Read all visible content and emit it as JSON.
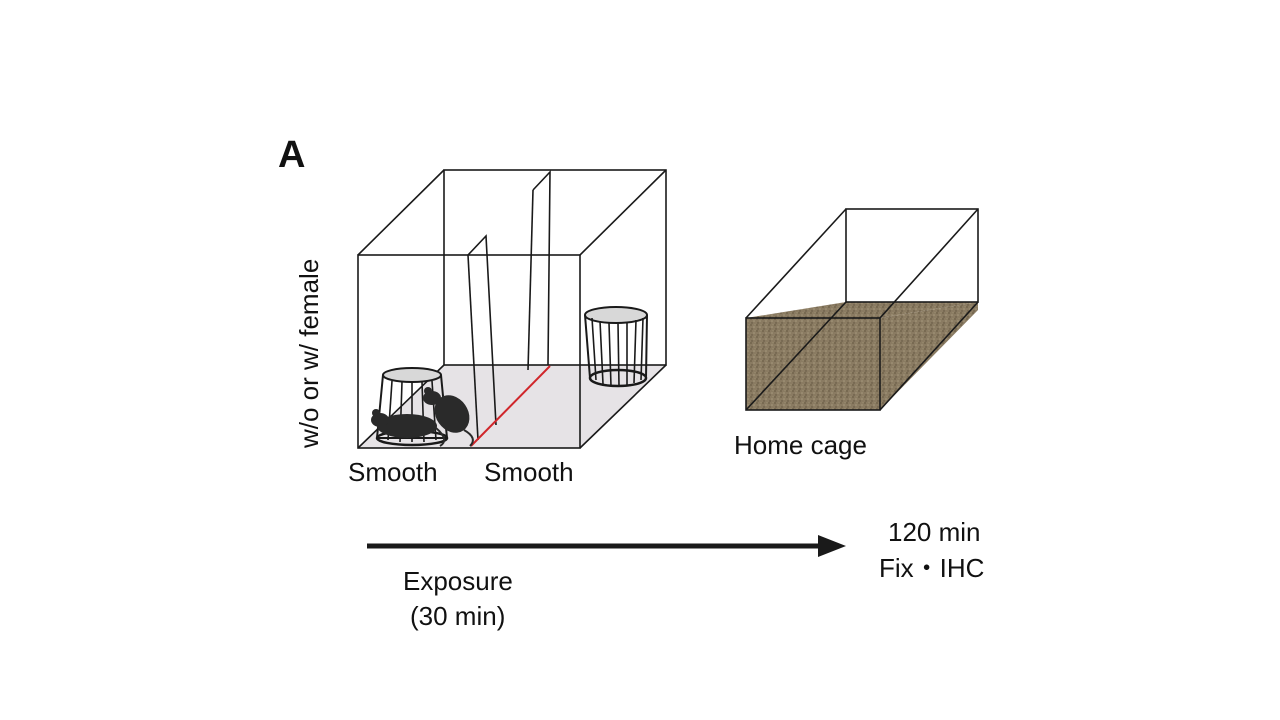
{
  "panel_label": "A",
  "condition_label": "w/o or w/ female",
  "arena": {
    "left_floor_label": "Smooth",
    "right_floor_label": "Smooth"
  },
  "home_cage_label": "Home cage",
  "timeline": {
    "exposure_label": "Exposure",
    "exposure_duration": "(30 min)",
    "end_time": "120 min",
    "end_action": "Fix・IHC"
  },
  "colors": {
    "line": "#1a1a1a",
    "floor_gray": "#e6e3e6",
    "divider_red": "#d0262b",
    "bedding": "#8a7b62",
    "mouse": "#2a2a2a"
  }
}
